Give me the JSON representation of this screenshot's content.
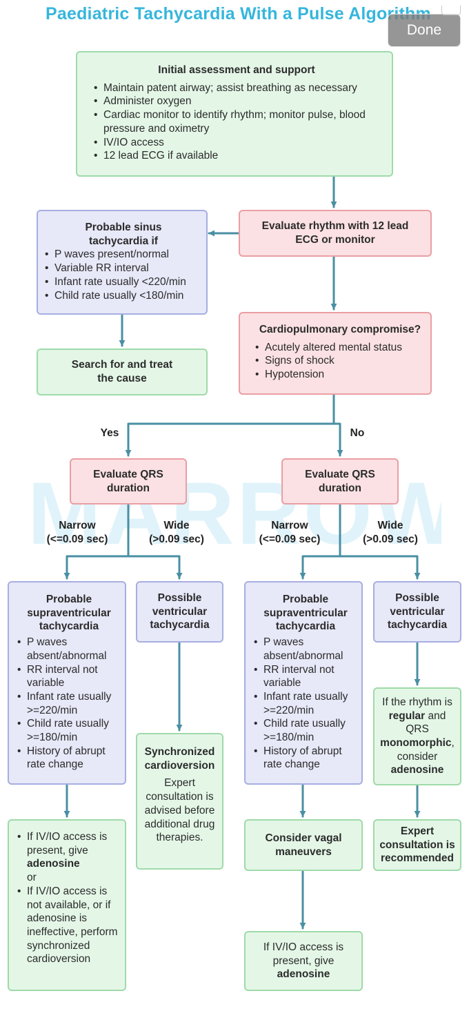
{
  "page_title": "Paediatric Tachycardia With a Pulse Algorithm",
  "done_label": "Done",
  "watermark": "MARROW",
  "colors": {
    "title": "#36b6dc",
    "arrow": "#4a8fa3",
    "green_fill": "#e4f7e7",
    "pink_fill": "#fbe1e3",
    "blue_fill": "#e7e8f8"
  },
  "initial": {
    "title": "Initial assessment and support",
    "items": [
      "Maintain patent airway; assist breathing as necessary",
      "Administer oxygen",
      "Cardiac monitor to identify rhythm; monitor pulse, blood pressure and oximetry",
      "IV/IO access",
      "12 lead ECG if available"
    ]
  },
  "evaluate_rhythm": "Evaluate rhythm with 12 lead ECG or monitor",
  "sinus": {
    "title": "Probable sinus tachycardia if",
    "items": [
      "P waves present/normal",
      "Variable RR interval",
      "Infant rate usually <220/min",
      "Child rate usually <180/min"
    ]
  },
  "search_cause": "Search for and treat the cause",
  "compromise": {
    "title": "Cardiopulmonary compromise?",
    "items": [
      "Acutely altered mental status",
      "Signs of shock",
      "Hypotension"
    ]
  },
  "yes_label": "Yes",
  "no_label": "No",
  "qrs_left": "Evaluate QRS duration",
  "qrs_right": "Evaluate QRS duration",
  "narrow_left": {
    "line1": "Narrow",
    "line2": "(<=0.09 sec)"
  },
  "wide_left": {
    "line1": "Wide",
    "line2": "(>0.09 sec)"
  },
  "narrow_right": {
    "line1": "Narrow",
    "line2": "(<=0.09 sec)"
  },
  "wide_right": {
    "line1": "Wide",
    "line2": "(>0.09 sec)"
  },
  "svt_left": {
    "title": "Probable supraventricular tachycardia",
    "items": [
      "P waves absent/abnormal",
      "RR interval not variable",
      "Infant rate usually >=220/min",
      "Child rate usually >=180/min",
      "History of abrupt rate change"
    ]
  },
  "vt_left": "Possible ventricular tachycardia",
  "svt_right": {
    "title": "Probable supraventricular tachycardia",
    "items": [
      "P waves absent/abnormal",
      "RR interval not variable",
      "Infant rate usually >=220/min",
      "Child rate usually >=180/min",
      "History of abrupt rate change"
    ]
  },
  "vt_right": "Possible ventricular tachycardia",
  "cardioversion": {
    "title": "Synchronized cardioversion",
    "text": "Expert consultation is advised before additional drug therapies."
  },
  "adenosine_left": {
    "item1_pre": "If IV/IO access is present, give",
    "item1_bold": "adenosine",
    "item1_post": "or",
    "item2": "If IV/IO access is not available, or if adenosine is ineffective, perform synchronized cardioversion"
  },
  "vagal": "Consider vagal maneuvers",
  "regular": {
    "t1": "If the rhythm is",
    "b1": "regular",
    "t2": "and QRS",
    "b2": "monomorphic",
    "t3": ", consider",
    "b3": "adenosine"
  },
  "expert": "Expert consultation is recommended",
  "adenosine_right": {
    "text": "If IV/IO access is present, give",
    "bold": "adenosine"
  }
}
